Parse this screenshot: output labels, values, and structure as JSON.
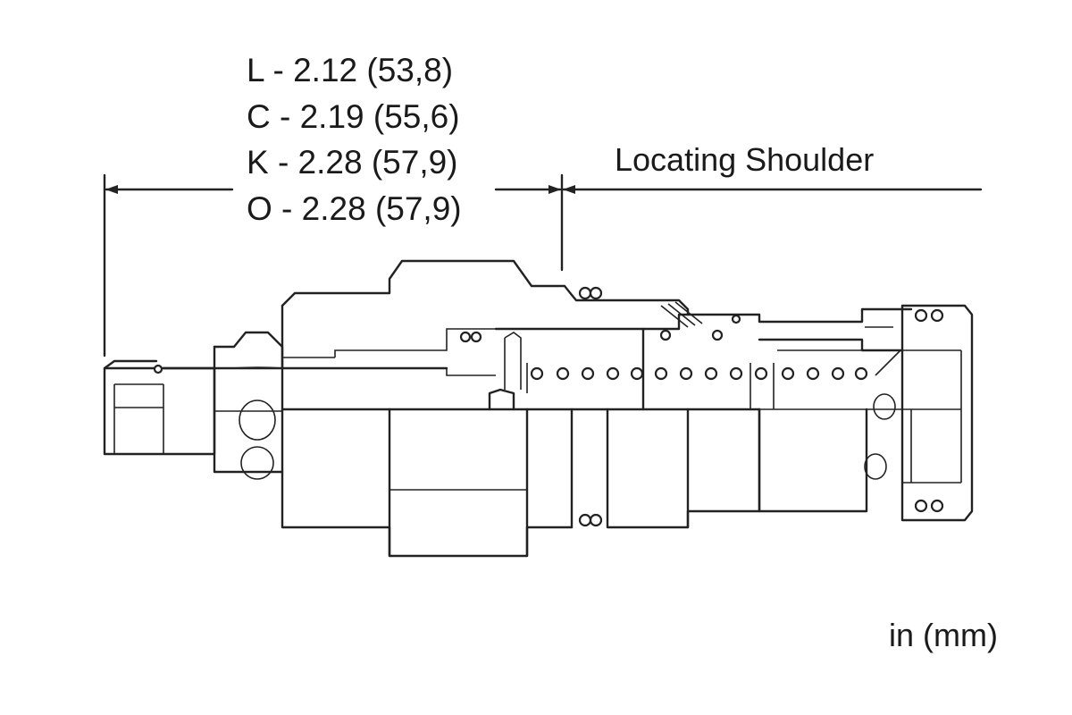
{
  "dimensions": {
    "lines": [
      "L - 2.12 (53,8)",
      "C - 2.19 (55,6)",
      "K - 2.28 (57,9)",
      "O - 2.28 (57,9)"
    ]
  },
  "labels": {
    "locating_shoulder": "Locating Shoulder",
    "units": "in (mm)"
  }
}
